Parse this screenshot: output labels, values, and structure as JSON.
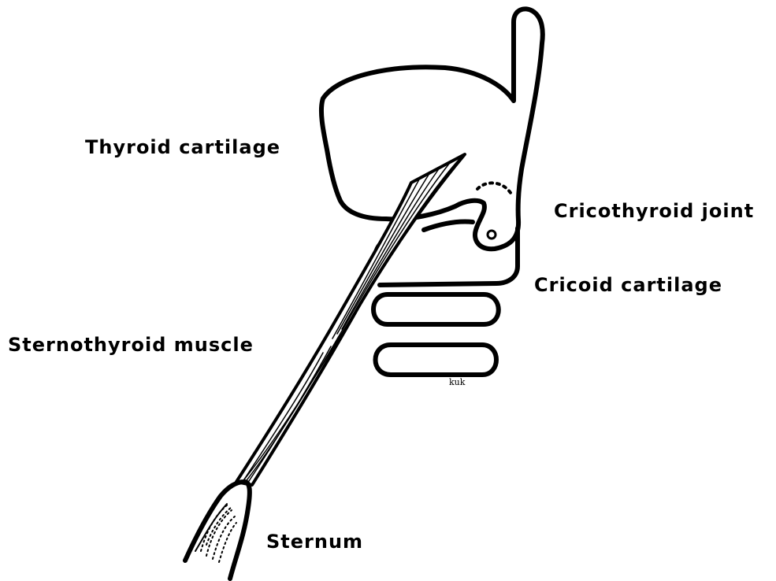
{
  "labels": {
    "thyroid_cartilage": "Thyroid cartilage",
    "cricothyroid_joint": "Cricothyroid joint",
    "cricoid_cartilage": "Cricoid cartilage",
    "sternothyroid_muscle": "Sternothyroid muscle",
    "sternum": "Sternum"
  },
  "signature": "kuk",
  "colors": {
    "ink": "#000000",
    "background": "#ffffff"
  }
}
